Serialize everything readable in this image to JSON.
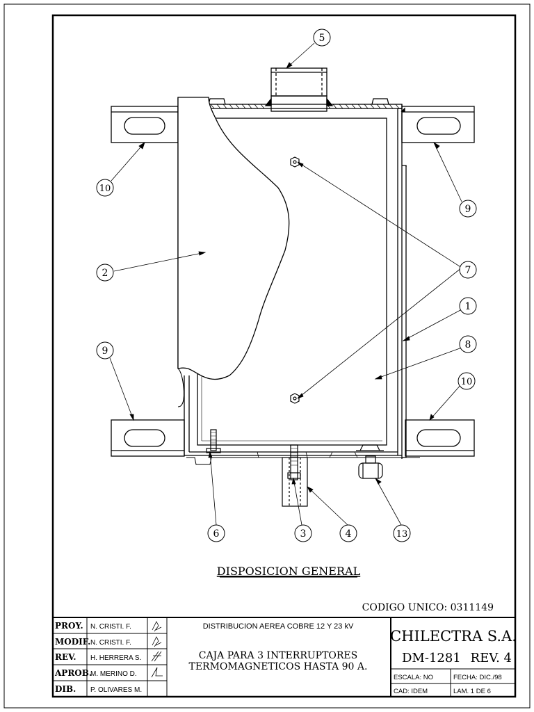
{
  "drawing": {
    "caption": "DISPOSICION GENERAL",
    "code": "CODIGO UNICO: 0311149",
    "callouts": [
      "5",
      "10",
      "9",
      "7",
      "2",
      "1",
      "8",
      "9",
      "10",
      "6",
      "3",
      "4",
      "13"
    ]
  },
  "title_block": {
    "roles": [
      {
        "role": "PROY.",
        "name": "N. CRISTI. F."
      },
      {
        "role": "MODIF.",
        "name": "N. CRISTI. F."
      },
      {
        "role": "REV.",
        "name": "H. HERRERA S."
      },
      {
        "role": "APROB.",
        "name": "M. MERINO D."
      },
      {
        "role": "DIB.",
        "name": "P. OLIVARES M."
      }
    ],
    "subject": "DISTRIBUCION AEREA COBRE 12 Y 23 kV",
    "title_line1": "CAJA PARA 3 INTERRUPTORES",
    "title_line2": "TERMOMAGNETICOS HASTA 90 A.",
    "company": "CHILECTRA S.A.",
    "drawing_number": "DM-1281",
    "revision": "REV. 4",
    "scale": "ESCALA:  NO",
    "date": "FECHA: DIC./98",
    "cad": "CAD: IDEM",
    "sheet": "LAM. 1 DE 6"
  }
}
